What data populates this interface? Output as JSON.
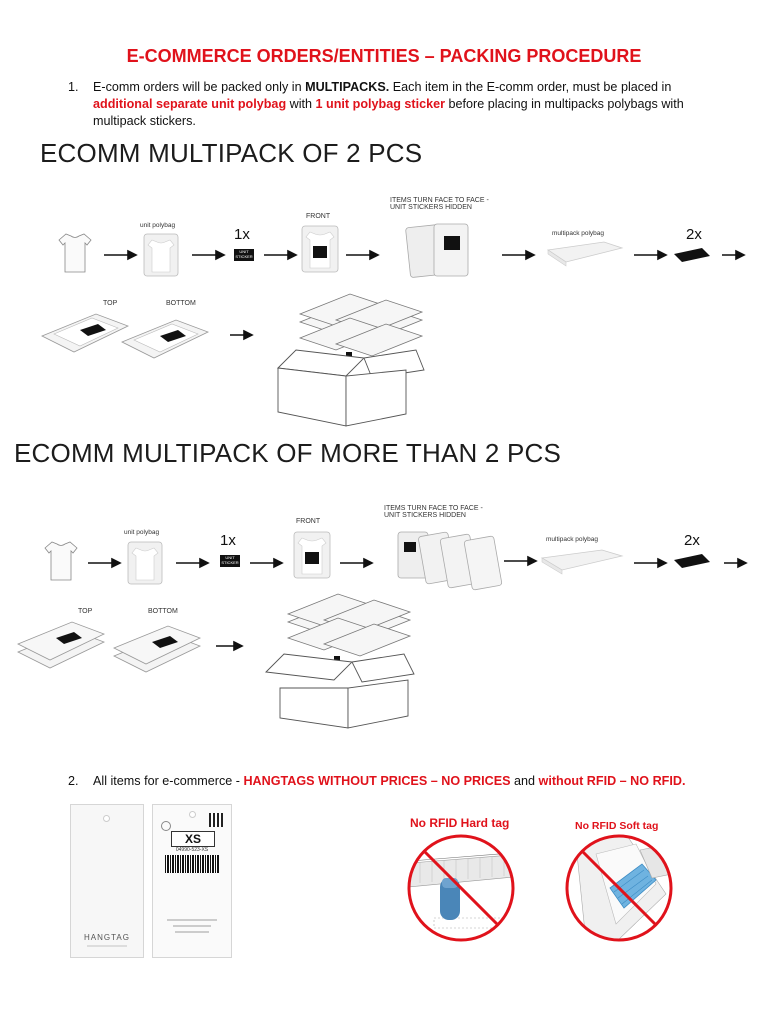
{
  "title": "E-COMMERCE ORDERS/ENTITIES – PACKING PROCEDURE",
  "item1": {
    "number": "1.",
    "t1": "E-comm orders will be packed only in ",
    "t2": "MULTIPACKS.",
    "t3": " Each item in the E-comm order, must be placed in",
    "t4": "additional separate unit polybag",
    "t5": "  with ",
    "t6": "1 unit polybag sticker",
    "t7": " before placing in multipacks polybags with",
    "t8": "multipack stickers."
  },
  "section1": {
    "heading": "ECOMM MULTIPACK OF 2 PCS",
    "unit_polybag": "unit polybag",
    "mult1": "1x",
    "unit_sticker": "UNIT STICKER",
    "front": "FRONT",
    "items_turn_1": "ITEMS TURN FACE TO FACE -",
    "items_turn_2": "UNIT STICKERS HIDDEN",
    "multipack_polybag": "multipack polybag",
    "mult2": "2x",
    "top": "TOP",
    "bottom": "BOTTOM"
  },
  "section2": {
    "heading": "ECOMM MULTIPACK OF MORE THAN 2 PCS",
    "unit_polybag": "unit polybag",
    "mult1": "1x",
    "unit_sticker": "UNIT STICKER",
    "front": "FRONT",
    "items_turn_1": "ITEMS TURN FACE TO FACE -",
    "items_turn_2": "UNIT STICKERS HIDDEN",
    "multipack_polybag": "multipack polybag",
    "mult2": "2x",
    "top": "TOP",
    "bottom": "BOTTOM"
  },
  "item2": {
    "number": "2.",
    "t1": "All items for e-commerce - ",
    "t2": "HANGTAGS WITHOUT PRICES – NO PRICES",
    "t3": " and ",
    "t4": "without RFID – NO RFID."
  },
  "hangtag": {
    "brand": "HANGTAG",
    "size": "XS",
    "code": "04990-523-XS"
  },
  "rfid": {
    "hard": "No RFID Hard tag",
    "soft": "No RFID Soft tag"
  },
  "colors": {
    "accent_red": "#e0121b",
    "tag_blue": "#4a86b8"
  }
}
